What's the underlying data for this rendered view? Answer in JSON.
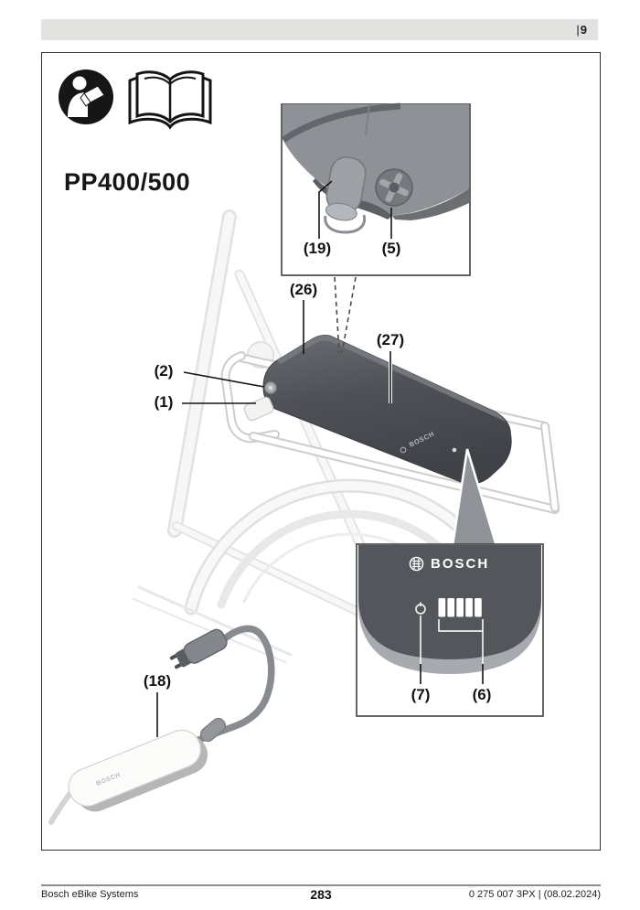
{
  "header": {
    "separator": "|",
    "page_number": "9"
  },
  "figure": {
    "model_label": "PP400/500",
    "icons": {
      "read_manual": "read-manual-icon",
      "handbook": "open-book-icon",
      "power_button": "power-icon",
      "bosch_symbol": "bosch-armature-icon",
      "charge_leds": "charge-level-leds"
    },
    "callouts": {
      "c1": "(1)",
      "c2": "(2)",
      "c5": "(5)",
      "c6": "(6)",
      "c7": "(7)",
      "c18": "(18)",
      "c19": "(19)",
      "c26": "(26)",
      "c27": "(27)"
    },
    "inset_logo_text": "BOSCH",
    "battery_logo_text": "BOSCH",
    "charger_logo_text": "BOSCH"
  },
  "footer": {
    "left": "Bosch eBike Systems",
    "page_number": "283",
    "right": "0 275 007 3PX | (08.02.2024)"
  },
  "colors": {
    "battery": "#4c5055",
    "inset_component": "#53575c",
    "header_bar": "#e2e2e0",
    "led": "#ffffff"
  }
}
